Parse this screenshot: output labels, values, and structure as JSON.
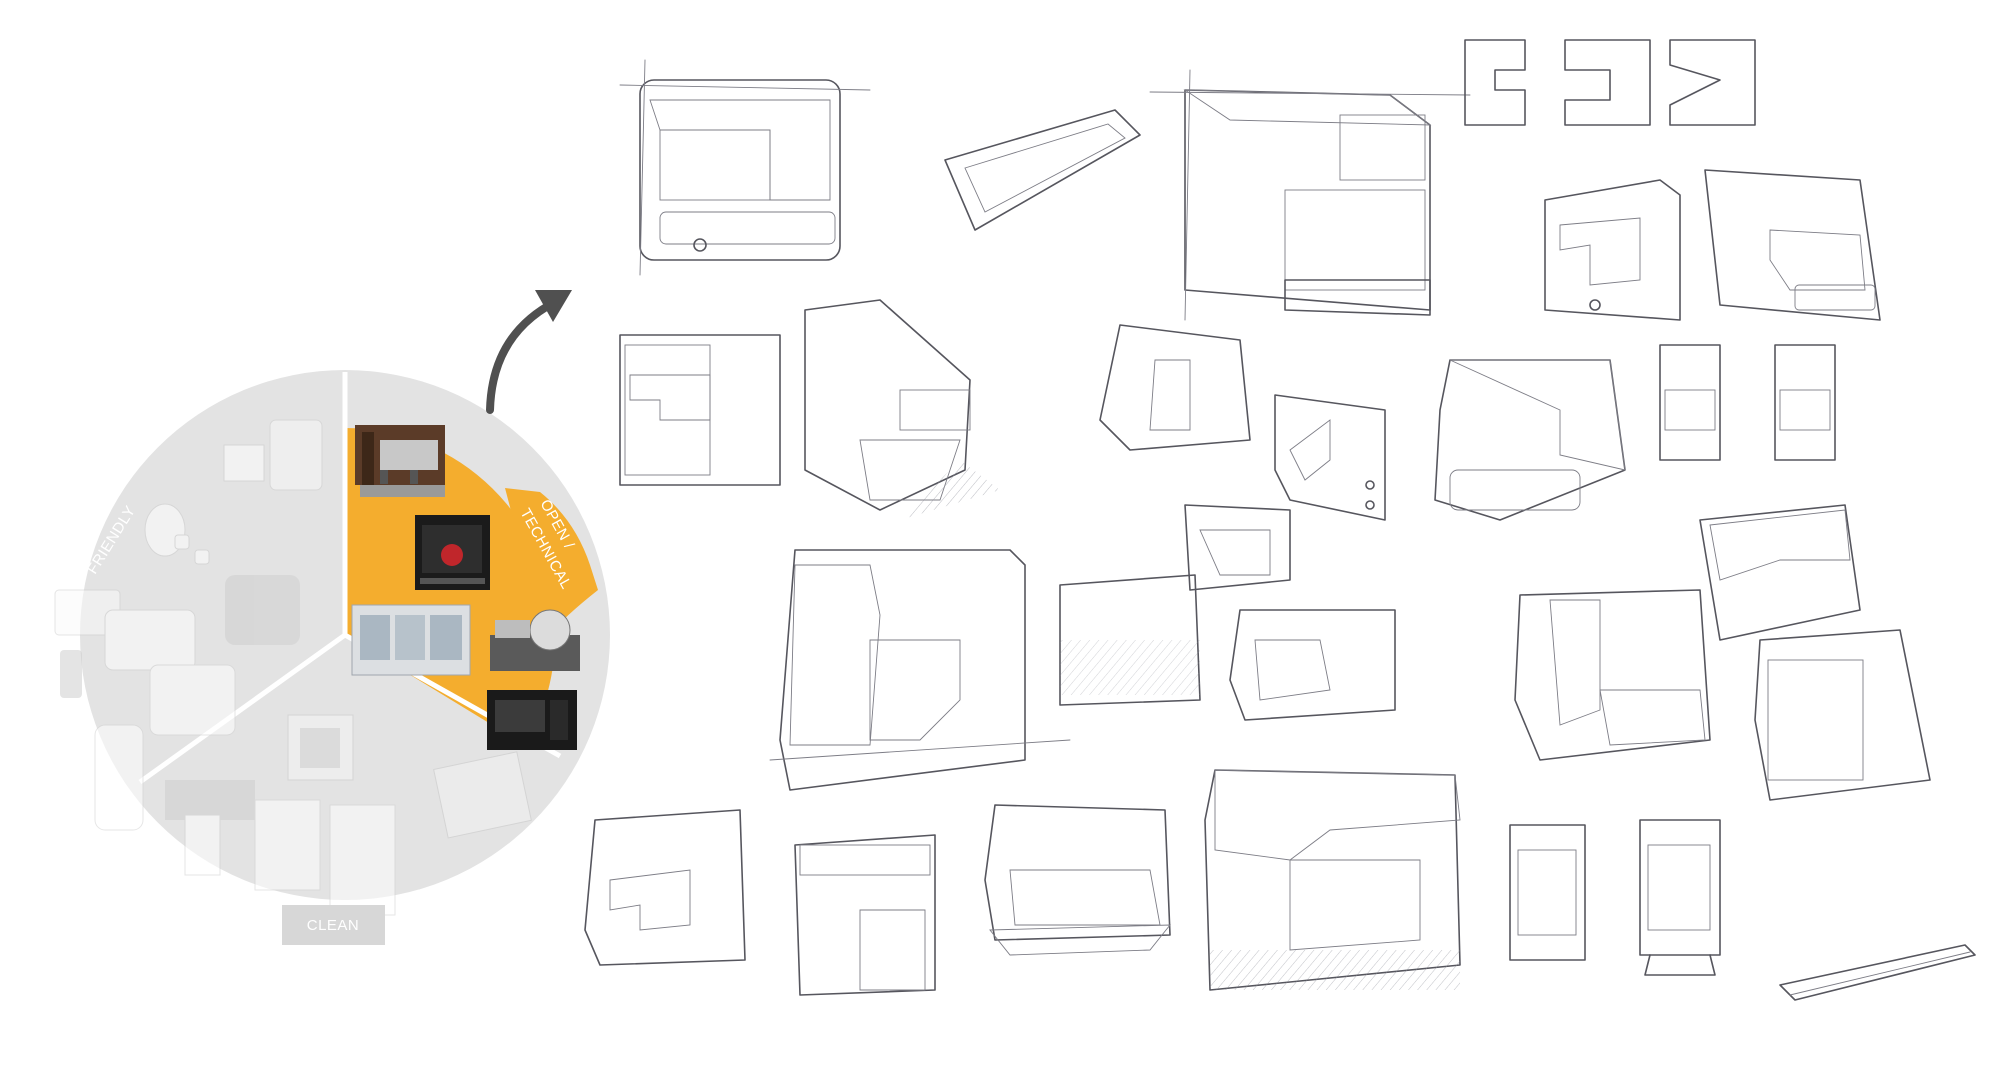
{
  "moodboard": {
    "segments": [
      {
        "label": "FRIENDLY",
        "state": "faded"
      },
      {
        "label": "OPEN / TECHNICAL",
        "label_line1": "OPEN /",
        "label_line2": "TECHNICAL",
        "state": "highlighted"
      },
      {
        "label": "CLEAN",
        "state": "faded"
      }
    ],
    "highlight_color": "#f4ad2e",
    "faded_color": "#e3e3e3"
  },
  "arrow": {
    "icon": "curved-arrow-icon",
    "color": "#505050"
  },
  "sketches": {
    "style": "grey marker and pencil concept sketches of capsule coffee machines",
    "stroke_color": "#56565e",
    "shade_color": "#c9cbd3"
  }
}
